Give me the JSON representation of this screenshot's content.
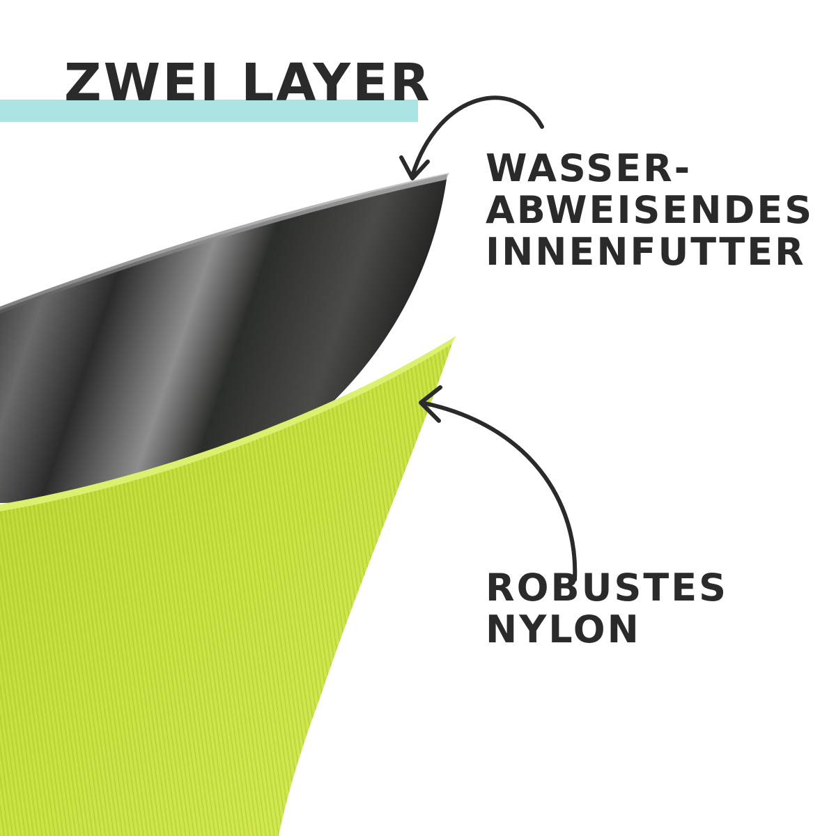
{
  "title": "ZWEI LAYER",
  "labels": {
    "inner": [
      "WASSER-",
      "ABWEISENDES",
      "INNENFUTTER"
    ],
    "outer": [
      "ROBUSTES",
      "NYLON"
    ]
  },
  "colors": {
    "text": "#2b2a2b",
    "title_underline": "#a9e4e3",
    "nylon": "#c4de3c",
    "lining": "#3a3a3a"
  },
  "icons": [
    "arrow-to-lining-icon",
    "arrow-to-nylon-icon"
  ]
}
